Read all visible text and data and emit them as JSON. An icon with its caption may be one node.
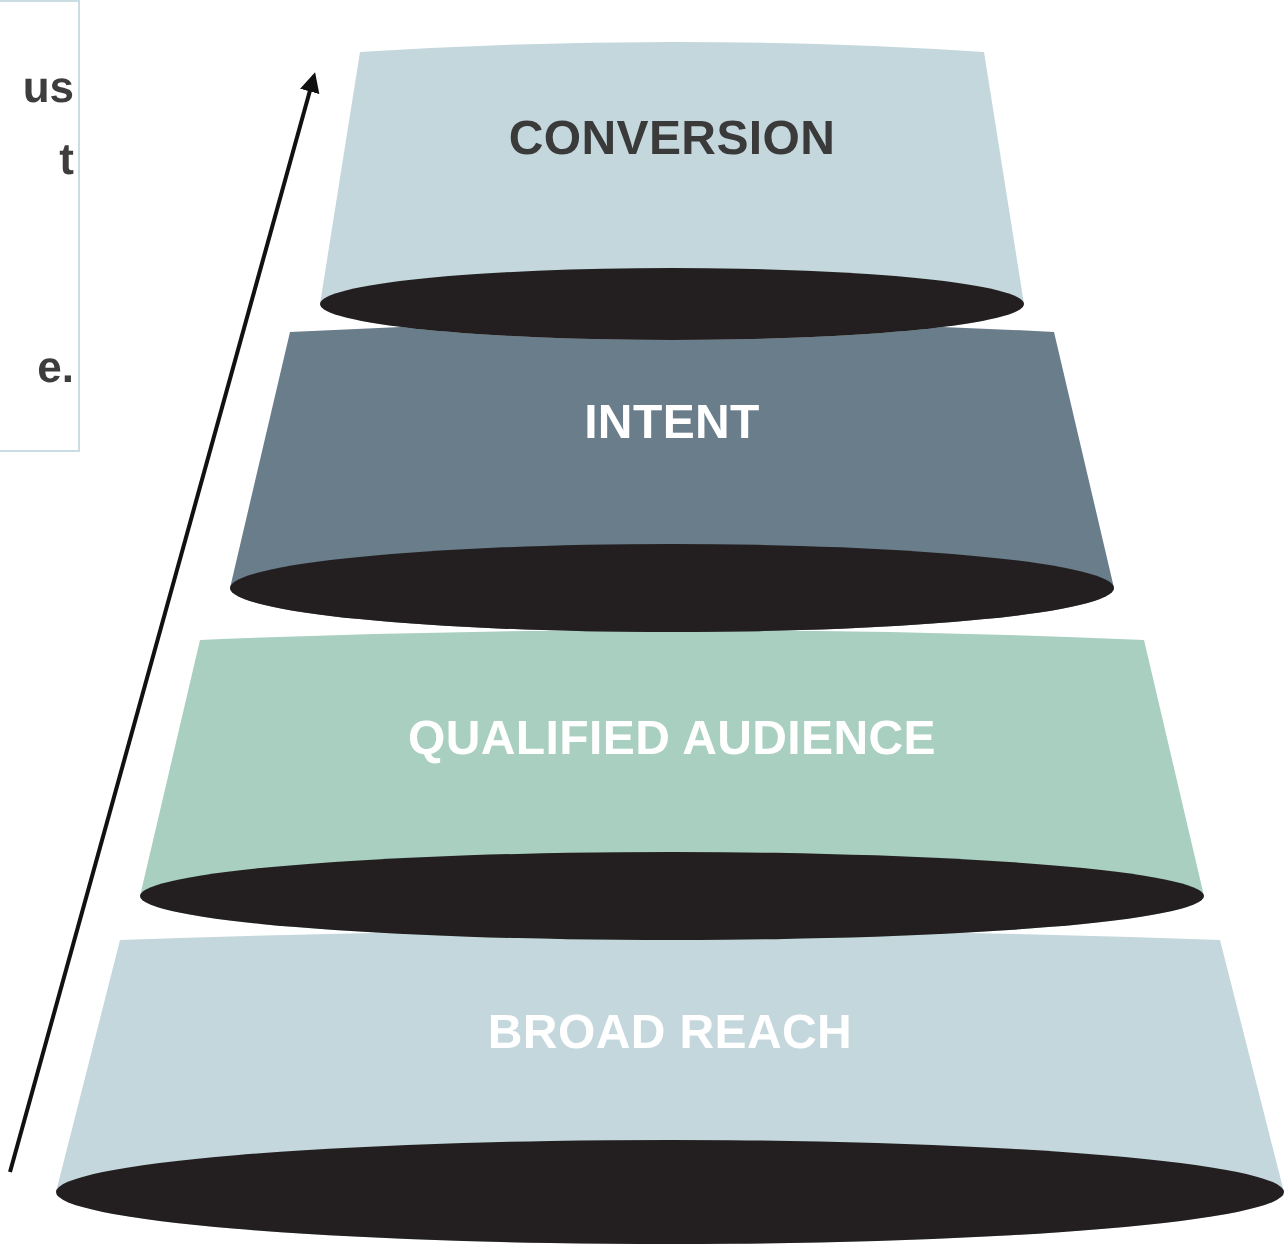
{
  "diagram": {
    "nodes": [
      {
        "text": [
          "us",
          "t",
          "e."
        ]
      },
      {
        "text": [
          "CONVERSION"
        ]
      },
      {
        "text": [
          "INTENT"
        ]
      },
      {
        "text": [
          "QUALIFIED AUDIENCE"
        ]
      },
      {
        "text": [
          "BROAD REACH"
        ]
      }
    ]
  }
}
